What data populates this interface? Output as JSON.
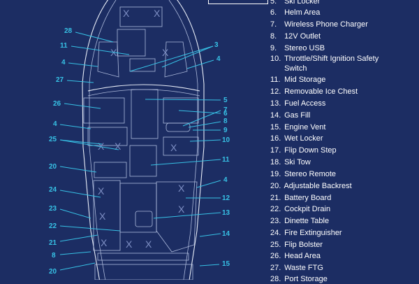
{
  "legend": [
    {
      "num": "5.",
      "label": "Ski Locker"
    },
    {
      "num": "6.",
      "label": "Helm Area"
    },
    {
      "num": "7.",
      "label": "Wireless Phone Charger"
    },
    {
      "num": "8.",
      "label": "12V Outlet"
    },
    {
      "num": "9.",
      "label": "Stereo USB"
    },
    {
      "num": "10.",
      "label": "Throttle/Shift Ignition Safety Switch"
    },
    {
      "num": "11.",
      "label": "Mid Storage"
    },
    {
      "num": "12.",
      "label": "Removable Ice Chest"
    },
    {
      "num": "13.",
      "label": "Fuel Access"
    },
    {
      "num": "14.",
      "label": "Gas Fill"
    },
    {
      "num": "15.",
      "label": "Engine Vent"
    },
    {
      "num": "16.",
      "label": "Wet Locker"
    },
    {
      "num": "17.",
      "label": "Flip Down Step"
    },
    {
      "num": "18.",
      "label": "Ski Tow"
    },
    {
      "num": "19.",
      "label": "Stereo Remote"
    },
    {
      "num": "20.",
      "label": "Adjustable Backrest"
    },
    {
      "num": "21.",
      "label": "Battery Board"
    },
    {
      "num": "22.",
      "label": "Cockpit Drain"
    },
    {
      "num": "23.",
      "label": "Dinette Table"
    },
    {
      "num": "24.",
      "label": "Fire Extinguisher"
    },
    {
      "num": "25.",
      "label": "Flip Bolster"
    },
    {
      "num": "26.",
      "label": "Head Area"
    },
    {
      "num": "27.",
      "label": "Waste FTG"
    },
    {
      "num": "28.",
      "label": "Port Storage"
    }
  ],
  "callouts": [
    {
      "label": "28"
    },
    {
      "label": "11"
    },
    {
      "label": "4"
    },
    {
      "label": "27"
    },
    {
      "label": "26"
    },
    {
      "label": "4"
    },
    {
      "label": "25"
    },
    {
      "label": "20"
    },
    {
      "label": "24"
    },
    {
      "label": "23"
    },
    {
      "label": "22"
    },
    {
      "label": "21"
    },
    {
      "label": "8"
    },
    {
      "label": "20"
    },
    {
      "label": "3"
    },
    {
      "label": "4"
    },
    {
      "label": "5"
    },
    {
      "label": "6"
    },
    {
      "label": "7"
    },
    {
      "label": "8"
    },
    {
      "label": "9"
    },
    {
      "label": "10"
    },
    {
      "label": "11"
    },
    {
      "label": "4"
    },
    {
      "label": "12"
    },
    {
      "label": "13"
    },
    {
      "label": "14"
    },
    {
      "label": "15"
    }
  ],
  "colors": {
    "background": "#1c2d63",
    "callout": "#37c2e6",
    "line": "#e9eef8"
  }
}
